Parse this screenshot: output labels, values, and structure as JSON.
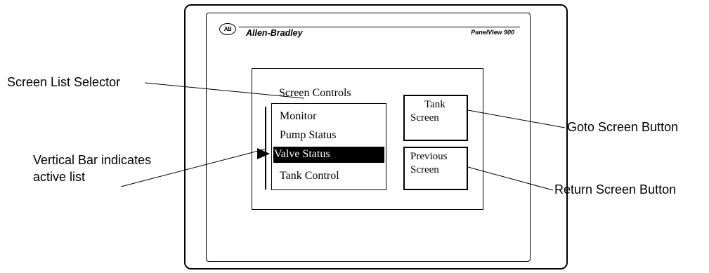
{
  "panel": {
    "logo_text": "AB",
    "brand": "Allen-Bradley",
    "model": "PanelView 900"
  },
  "screen": {
    "list_title": "Screen Controls",
    "list_items": [
      "Monitor",
      "Pump Status",
      "Valve Status",
      "Tank Control"
    ],
    "selected_index": 2,
    "goto_button": [
      "Tank",
      "Screen"
    ],
    "previous_button": [
      "Previous",
      "Screen"
    ]
  },
  "callouts": {
    "screen_list_selector": "Screen List Selector",
    "vertical_bar": [
      "Vertical Bar indicates",
      "active list"
    ],
    "goto_screen_button": "Goto Screen Button",
    "return_screen_button": "Return Screen Button"
  }
}
